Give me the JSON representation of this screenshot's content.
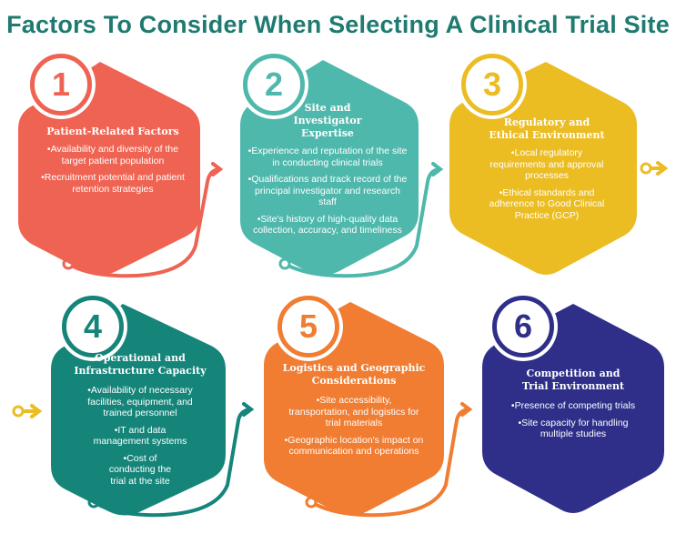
{
  "title": "Factors To Consider When Selecting A Clinical Trial Site",
  "colors": {
    "title": "#1f7a70",
    "card1": "#ef6353",
    "card2": "#4fb8ac",
    "card3": "#ebbd23",
    "card4": "#15857a",
    "card5": "#f07d31",
    "card6": "#2f2f8a"
  },
  "cards": [
    {
      "number": "1",
      "title": "Patient-Related Factors",
      "points": [
        "•Availability and diversity of the target patient population",
        "•Recruitment potential and patient retention strategies"
      ]
    },
    {
      "number": "2",
      "title": "Site and Investigator Expertise",
      "points": [
        "•Experience and reputation of the site in conducting clinical trials",
        "•Qualifications and track record of the principal investigator and research staff",
        "•Site's history of high-quality data collection, accuracy, and timeliness"
      ]
    },
    {
      "number": "3",
      "title": "Regulatory and Ethical Environment",
      "points": [
        "•Local regulatory requirements and approval processes",
        "•Ethical standards and adherence to Good Clinical Practice (GCP)"
      ]
    },
    {
      "number": "4",
      "title": "Operational and Infrastructure Capacity",
      "points": [
        "•Availability of necessary facilities, equipment, and trained personnel",
        "•IT and data management systems",
        "•Cost of conducting the trial at the site"
      ]
    },
    {
      "number": "5",
      "title": "Logistics and Geographic Considerations",
      "points": [
        "•Site accessibility, transportation, and logistics for trial materials",
        "•Geographic location's impact on communication and operations"
      ]
    },
    {
      "number": "6",
      "title": "Competition and Trial Environment",
      "points": [
        "•Presence of competing trials",
        "•Site capacity for handling multiple studies"
      ]
    }
  ]
}
